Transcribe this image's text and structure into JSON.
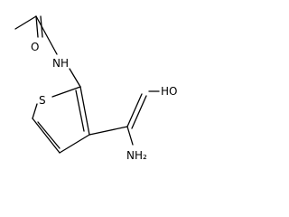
{
  "molecule": {
    "atoms": {
      "carbonyl_o": "O",
      "amide_nh": "NH",
      "ring_s": "S",
      "oxime_oh": "HO",
      "amine_nh2": "NH2",
      "amine_nh2_display": "NH₂"
    }
  }
}
